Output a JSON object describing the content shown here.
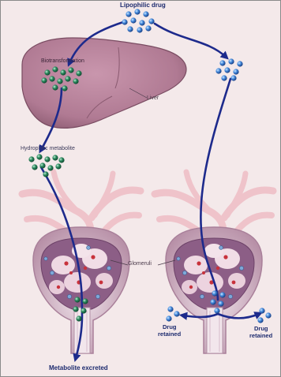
{
  "labels": {
    "lipophilic_drug": "Lipophilic drug",
    "biotransformation": "Biotransformation",
    "liver": "Liver",
    "hydrophilic_metabolite": "Hydrophilic metabolite",
    "glomeruli": "Glomeruli",
    "drug_retained_left_1": "Drug",
    "drug_retained_left_2": "retained",
    "drug_retained_right_1": "Drug",
    "drug_retained_right_2": "retained",
    "metabolite_excreted": "Metabolite excreted"
  },
  "colors": {
    "background": "#f4e9ea",
    "border": "#8a8a8a",
    "liver": "#b27d96",
    "liver_shadow": "#8a5a70",
    "kidney_capsule": "#d7b4c4",
    "kidney_inner": "#8c5e86",
    "vessel_pink": "#efc3ca",
    "arrow_blue": "#1d2a8c",
    "drug_blue": "#3d7fd1",
    "metabolite_green": "#2a7a55",
    "label_blue": "#1c2a6e"
  },
  "icons": {
    "drug_molecule": "blue-sphere",
    "metabolite_molecule": "green-sphere"
  }
}
